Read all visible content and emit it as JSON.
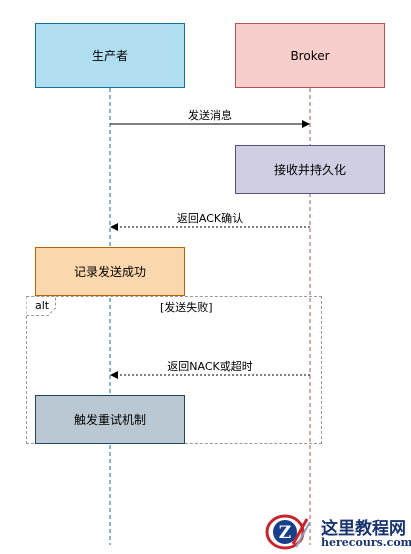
{
  "participants": [
    {
      "label": "生产者",
      "fill": "#b1ddf0",
      "stroke": "#10739e"
    },
    {
      "label": "Broker",
      "fill": "#f8cecc",
      "stroke": "#b85450"
    }
  ],
  "messages": [
    {
      "label": "发送消息",
      "style": "solid"
    },
    {
      "label": "返回ACK确认",
      "style": "dashed"
    },
    {
      "label": "返回NACK或超时",
      "style": "dashed"
    }
  ],
  "activities": [
    {
      "label": "接收并持久化",
      "fill": "#d0cee2",
      "stroke": "#56517e"
    },
    {
      "label": "记录发送成功",
      "fill": "#fad7ac",
      "stroke": "#b46504"
    },
    {
      "label": "触发重试机制",
      "fill": "#bac8d3",
      "stroke": "#23445d"
    }
  ],
  "alt_fragment": {
    "tag": "alt",
    "condition": "[发送失败]"
  },
  "watermark": {
    "title": "这里教程网",
    "url": "herecours.com"
  }
}
